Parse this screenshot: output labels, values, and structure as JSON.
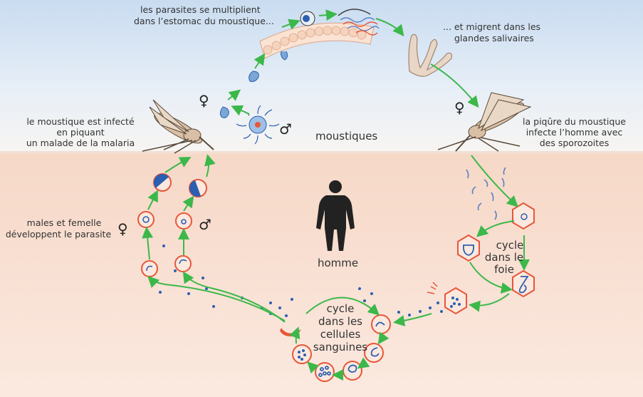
{
  "labels": {
    "mosquito_multiply_1": "les parasites se multiplient",
    "mosquito_multiply_2": "dans l’estomac du moustique...",
    "migrate_1": "... et migrent dans les",
    "migrate_2": "glandes salivaires",
    "infected_1": "le moustique est infecté",
    "infected_2": "en piquant",
    "infected_3": "un malade de la malaria",
    "bite_1": "la piqûre du moustique",
    "bite_2": "infecte l’homme avec",
    "bite_3": "des sporozoites",
    "moustiques": "moustiques",
    "homme": "homme",
    "males_1": "males et femelle",
    "males_2": "développent le parasite",
    "liver_1": "cycle",
    "liver_2": "dans le",
    "liver_3": "foie",
    "blood_1": "cycle",
    "blood_2": "dans les",
    "blood_3": "cellules",
    "blood_4": "sanguines"
  },
  "symbols": {
    "female": "♀",
    "male": "♂"
  },
  "colors": {
    "arrow": "#3cb84a",
    "parasite": "#2d5fb0",
    "cell_border": "#e8563a",
    "silhouette": "#222222"
  }
}
